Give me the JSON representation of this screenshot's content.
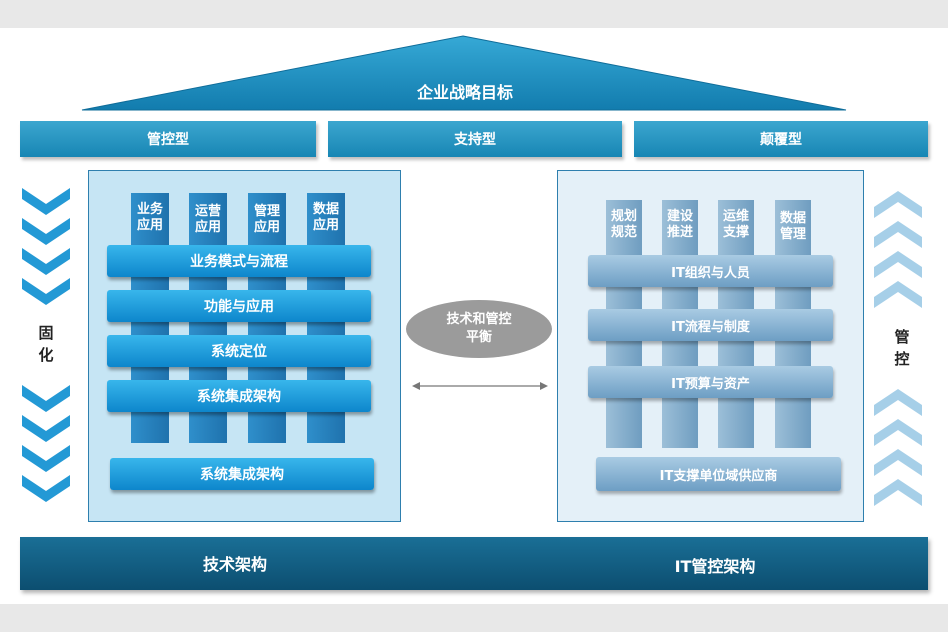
{
  "roof": {
    "title": "企业战略目标"
  },
  "categories": [
    "管控型",
    "支持型",
    "颠覆型"
  ],
  "left_panel": {
    "columns": [
      "业务应用",
      "运营应用",
      "管理应用",
      "数据应用"
    ],
    "column_lines": [
      [
        "业务",
        "应用"
      ],
      [
        "运营",
        "应用"
      ],
      [
        "管理",
        "应用"
      ],
      [
        "数据",
        "应用"
      ]
    ],
    "bands": [
      "业务模式与流程",
      "功能与应用",
      "系统定位",
      "系统集成架构"
    ],
    "base": "系统集成架构"
  },
  "right_panel": {
    "columns": [
      "规划规范",
      "建设推进",
      "运维支撑",
      "数据管理"
    ],
    "column_lines": [
      [
        "规划",
        "规范"
      ],
      [
        "建设",
        "推进"
      ],
      [
        "运维",
        "支撑"
      ],
      [
        "数据",
        "管理"
      ]
    ],
    "bands": [
      "IT组织与人员",
      "IT流程与制度",
      "IT预算与资产"
    ],
    "base": "IT支撑单位域供应商"
  },
  "center": {
    "balance_lines": [
      "技术和管控",
      "平衡"
    ]
  },
  "side_labels": {
    "left_lines": [
      "固",
      "化"
    ],
    "right_lines": [
      "管",
      "控"
    ]
  },
  "bottom": {
    "left_label": "技术架构",
    "right_label": "IT管控架构"
  },
  "colors": {
    "roof": "#1b8cc0",
    "header": "#1e8fc0",
    "left_band": "#1497dc",
    "left_column": "#2a84c2",
    "right_band": "#89b5d6",
    "right_column": "#84aecd",
    "bottom_bar": "#0f5a80",
    "chevron": "#1f9ad8"
  }
}
